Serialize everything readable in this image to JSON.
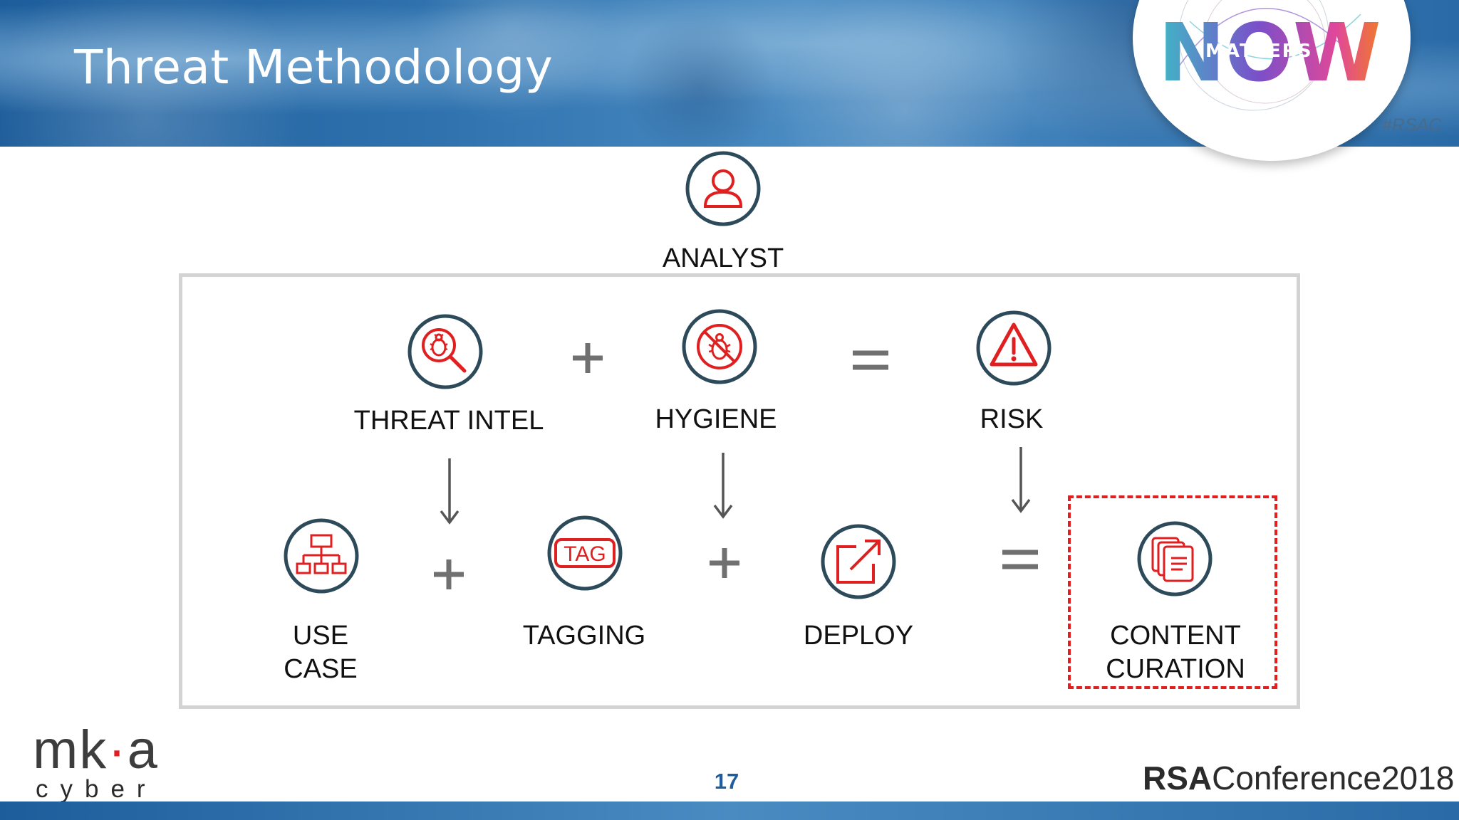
{
  "header": {
    "title": "Threat Methodology",
    "badge_text": "MATTERS",
    "badge_logo": "NOW",
    "hashtag": "#RSAC"
  },
  "analyst": {
    "label": "ANALYST",
    "icon": "person-icon"
  },
  "top_row": {
    "threat_intel": {
      "label": "THREAT INTEL",
      "icon": "bug-search-icon"
    },
    "plus": "+",
    "hygiene": {
      "label": "HYGIENE",
      "icon": "no-bug-icon"
    },
    "equals": "=",
    "risk": {
      "label": "RISK",
      "icon": "warning-icon"
    }
  },
  "bottom_row": {
    "use_case": {
      "label_line1": "USE",
      "label_line2": "CASE",
      "icon": "hierarchy-icon"
    },
    "plus_1": "+",
    "tagging": {
      "label": "TAGGING",
      "icon": "tag-icon",
      "icon_text": "TAG"
    },
    "plus_2": "+",
    "deploy": {
      "label": "DEPLOY",
      "icon": "external-arrow-icon"
    },
    "equals": "=",
    "content_curation": {
      "label_line1": "CONTENT",
      "label_line2": "CURATION",
      "icon": "documents-icon"
    }
  },
  "footer": {
    "page_number": "17",
    "mka_top": "mk",
    "mka_dot": "·",
    "mka_a": "a",
    "mka_bottom": "cyber",
    "rsac_brand": "RSA",
    "rsac_conference": "Conference2018"
  },
  "colors": {
    "accent_red": "#e02020",
    "icon_ring": "#2d4a5a",
    "header_blue": "#2f72ae",
    "page_number_blue": "#1f5d9c",
    "frame_gray": "#d3d3d3"
  }
}
